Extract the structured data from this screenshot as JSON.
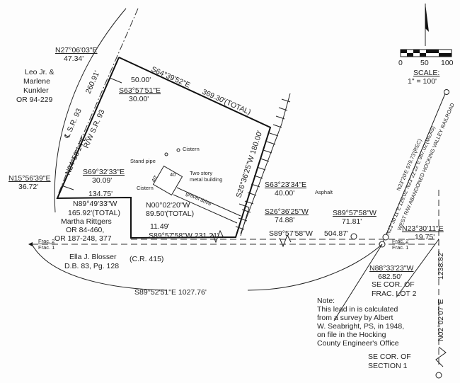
{
  "scale": {
    "ticks": [
      "0",
      "50",
      "100"
    ],
    "title": "SCALE:",
    "ratio": "1\" = 100'"
  },
  "owners": {
    "kunkler": [
      "Leo Jr. &",
      "Marlene",
      "Kunkler",
      "OR 94-229"
    ],
    "rittgers": [
      "Martha Rittgers",
      "OR 84-460,",
      "OR 187-248, 377"
    ],
    "blosser": [
      "Ella J. Blosser",
      "D.B. 83, Pg. 128"
    ]
  },
  "calls": {
    "n27": [
      "N27°06'03\"E",
      "47.34'"
    ],
    "d50": "50.00'",
    "s63_57": [
      "S63°57'51\"E",
      "30.00'"
    ],
    "s64": "S64°39'52\"E",
    "d369": "369.30'(TOTAL)",
    "cl_sr93": "℄ S.R. 93",
    "d260": "260.91'",
    "n24": "N24°58'14\"E",
    "rw_sr93": "R/W S.R. 93",
    "s69": [
      "S69°32'33\"E",
      "30.09'"
    ],
    "n15": [
      "N15°56'39\"E",
      "36.72'"
    ],
    "d134": "134.75'",
    "n89": "N89°49'33\"W",
    "d165": "165.92'(TOTAL)",
    "n00": [
      "N00°02'20\"W",
      "89.50'(TOTAL)"
    ],
    "d11": "11.49'",
    "s89_231": "S89°57'58\"W  231.21'",
    "s26_180": "S26°36'25\"W  180.00'",
    "s63_23": [
      "S63°23'34\"E",
      "40.00'"
    ],
    "s26_74": [
      "S26°36'25\"W",
      "74.88'"
    ],
    "s89_71": [
      "S89°57'58\"W",
      "71.81'"
    ],
    "s89_504": "S89°57'58\"W",
    "d504": "504.87'",
    "cr415": "(C.R. 415)",
    "n23_19": [
      "N23°30'11\"E",
      "19.75'"
    ],
    "n88": [
      "N88°33'23\"W",
      "682.50'"
    ],
    "s89_1027": "S89°52'51\"E   1027.76'",
    "d1238": "1238.82'",
    "n02": "N02°02'07\"E",
    "rail": [
      "N23°20'E   979.73'(REC)",
      "N23°30'11\"E  128.02'  N23°22'22\"E   987.02'(MEAS)",
      "WEST R/W ABANDONED HOCKING VALLEY RAILROAD"
    ]
  },
  "features": {
    "cistern1": "Cistern",
    "cistern2": "Cistern",
    "standpipe": "Stand pipe",
    "bldg_dim1": "40'",
    "bldg_dim2": "40'",
    "building": [
      "Two story",
      "metal building"
    ],
    "drive": "gravel drive",
    "asphalt": "Asphalt"
  },
  "frac": {
    "upper": "Frac. 2",
    "lower": "Frac. 1"
  },
  "corners": {
    "frac_lot2": [
      "SE COR. OF",
      "FRAC. LOT 2"
    ],
    "section1": [
      "SE COR. OF",
      "SECTION 1"
    ]
  },
  "note": [
    "Note:",
    "This lead in is calculated",
    "from a survey by Albert",
    "W. Seabright, PS, in 1948,",
    "on file in the Hocking",
    "County Engineer's Office"
  ]
}
